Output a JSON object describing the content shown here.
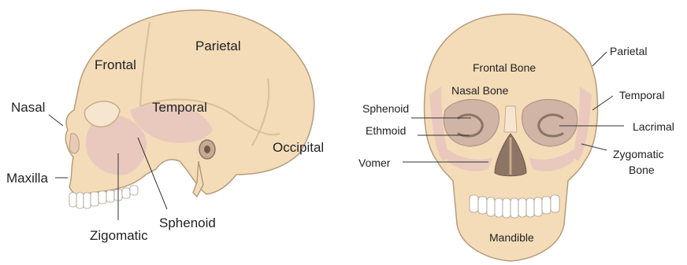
{
  "lateral_labels": {
    "frontal": "Frontal",
    "parietal": "Parietal",
    "nasal": "Nasal",
    "temporal": "Temporal",
    "occipital": "Occipital",
    "maxilla": "Maxilla",
    "zigomatic": "Zigomatic",
    "sphenoid": "Sphenoid"
  },
  "anterior_labels": {
    "parietal": "Parietal",
    "frontal_bone": "Frontal Bone",
    "nasal_bone": "Nasal Bone",
    "sphenoid": "Sphenoid",
    "temporal": "Temporal",
    "ethmoid": "Ethmoid",
    "lacrimal": "Lacrimal",
    "vomer": "Vomer",
    "zygomatic_bone_1": "Zygomatic",
    "zygomatic_bone_2": "Bone",
    "mandible": "Mandible"
  },
  "colors": {
    "bone": "#f4dcb9",
    "shade": "#e6c6bd",
    "outline": "#b89b7c"
  }
}
